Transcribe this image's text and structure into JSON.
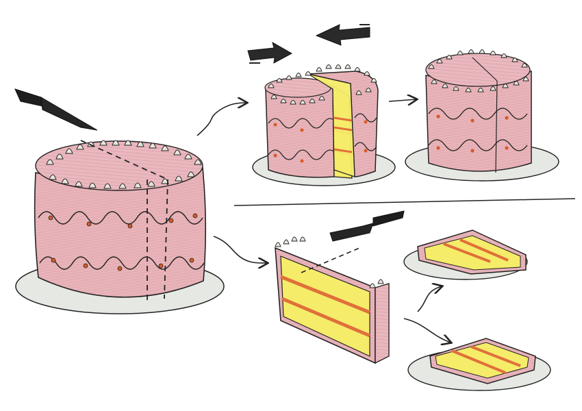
{
  "colors": {
    "cake_pink": "#e8b4ba",
    "cake_pink_dark": "#d99aa3",
    "frosting_cream": "#e8e6df",
    "cream_filling": "#f5ec6a",
    "jam_orange": "#e0703a",
    "dot_orange": "#d65a28",
    "plate": "#e6e8e4",
    "ink": "#222222",
    "knife": "#1e1e1e"
  },
  "steps": [
    {
      "id": "whole-cake"
    },
    {
      "id": "slice-separated"
    },
    {
      "id": "cake-reassembled"
    },
    {
      "id": "sliced-wedge"
    },
    {
      "id": "piece-upright"
    },
    {
      "id": "piece-lying"
    }
  ]
}
